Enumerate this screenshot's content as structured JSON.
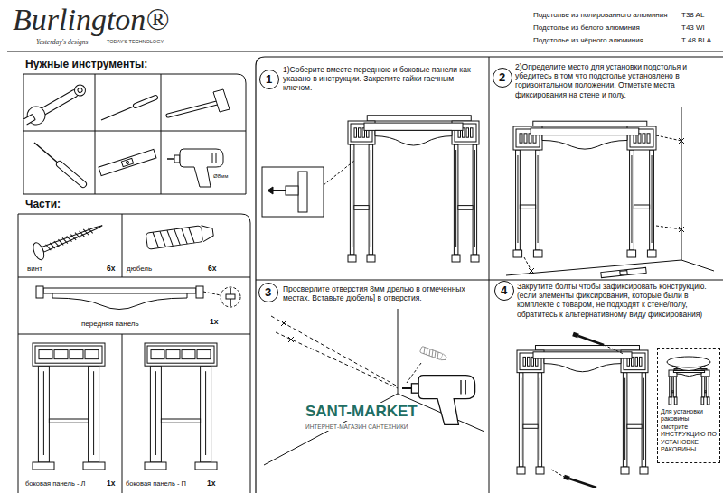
{
  "diagram": {
    "nodes": [
      {
        "text": [
          "Нужные инструменты:"
        ]
      },
      {
        "text": [
          "Части:"
        ]
      },
      {
        "text": [
          "винт",
          "6x"
        ],
        "in": 1
      },
      {
        "text": [
          "дюбель",
          "6x"
        ],
        "in": 1
      },
      {
        "text": [
          "передняя панель",
          "1x"
        ],
        "in": 1
      },
      {
        "text": [
          "боковая панель - Л",
          "1x"
        ],
        "in": 1
      },
      {
        "text": [
          "боковая панель - П",
          "1x"
        ],
        "in": 1
      },
      {
        "text": [
          "1)Соберите вместе переднюю и боковые панели как указано в инструкции. Закрепите гайки гаечным ключом."
        ]
      },
      {
        "text": [
          "1"
        ],
        "in": 7
      },
      {
        "text": [
          "2)Определите место для установки подстолья и убедитесь в том что подстолье установлено в горизонтальном положении. Отметьте места фиксирования на стене и полу."
        ]
      },
      {
        "text": [
          "2"
        ],
        "in": 9
      },
      {
        "text": [
          "Просверлите отверстия 8мм дрелью в отмеченных местах. Вставьте дюбель] в отверстия."
        ]
      },
      {
        "text": [
          "3"
        ],
        "in": 11
      },
      {
        "text": [
          "Закрутите болты чтобы зафиксировать конструкцию. (если элементы фиксирования, которые были в комплекте с товаром, не подходят к стене/полу, обратитесь к альтернативному виду фиксирования)"
        ]
      },
      {
        "text": [
          "4"
        ],
        "in": 13
      },
      {
        "text": [
          "Для установки раковины смотрите ИНСТРУКЦИЮ ПО УСТАНОВКЕ РАКОВИНЫ"
        ],
        "in": 13
      }
    ],
    "labels": [
      "Burlington®",
      "Yesterday's designs",
      "TODAY'S TECHNOLOGY",
      "Подстолье из полированного алюминия",
      "Подстолье из белого алюминия",
      "Подстолье из чёрного алюминия",
      "T38 AL",
      "T43 WI",
      "T 48 BLA",
      "Ø8мм",
      "SANT-MARKET",
      "ИНТЕРНЕТ-МАГАЗИН САНТЕХНИКИ"
    ]
  }
}
